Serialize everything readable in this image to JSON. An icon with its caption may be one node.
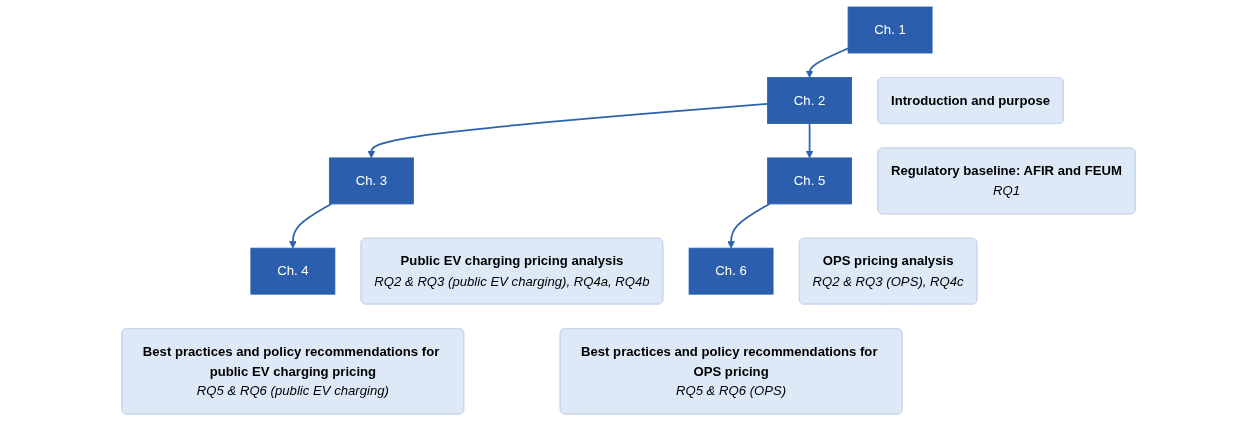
{
  "diagram": {
    "nodes": [
      {
        "text": [
          "Ch. 1"
        ]
      },
      {
        "text": [
          "Introduction and purpose"
        ]
      },
      {
        "text": [
          "Ch. 2"
        ]
      },
      {
        "text": [
          "Regulatory baseline: AFIR and FEUM",
          "RQ1"
        ]
      },
      {
        "text": [
          "Public EV charging pricing analysis",
          "RQ2 & RQ3 (public EV charging), RQ4a, RQ4b"
        ]
      },
      {
        "text": [
          "Ch. 3"
        ]
      },
      {
        "text": [
          "Ch. 5"
        ]
      },
      {
        "text": [
          "OPS pricing analysis",
          "RQ2 & RQ3 (OPS), RQ4c"
        ]
      },
      {
        "text": [
          "Best practices and policy recommendations for public EV charging pricing",
          "RQ5 & RQ6 (public EV charging)"
        ]
      },
      {
        "text": [
          "Ch. 4"
        ]
      },
      {
        "text": [
          "Ch. 6"
        ]
      },
      {
        "text": [
          "Best practices and policy recommendations for OPS pricing",
          "RQ5 & RQ6 (OPS)"
        ]
      }
    ],
    "edges": [
      {
        "from": 0,
        "to": 2,
        "arrow": "to"
      },
      {
        "from": 2,
        "to": 5,
        "arrow": "to"
      },
      {
        "from": 2,
        "to": 6,
        "arrow": "to"
      },
      {
        "from": 5,
        "to": 9,
        "arrow": "to"
      },
      {
        "from": 6,
        "to": 10,
        "arrow": "to"
      }
    ]
  }
}
